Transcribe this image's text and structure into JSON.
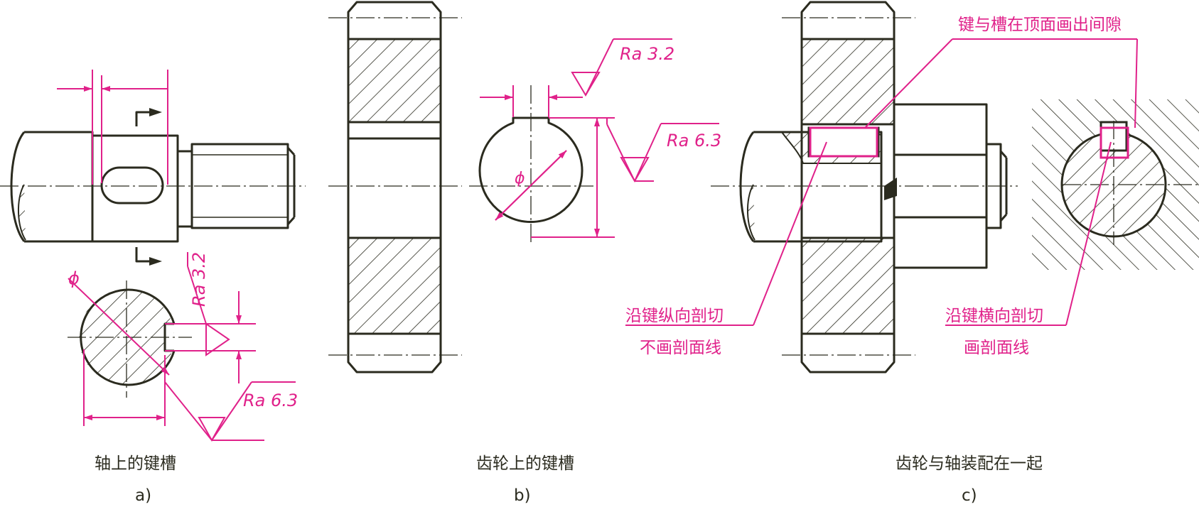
{
  "panels": [
    {
      "id": "a",
      "caption": "轴上的键槽",
      "letter": "a)"
    },
    {
      "id": "b",
      "caption": "齿轮上的键槽",
      "letter": "b)"
    },
    {
      "id": "c",
      "caption": "齿轮与轴装配在一起",
      "letter": "c)"
    }
  ],
  "roughness": {
    "a_top": "Ra 3.2",
    "a_bottom": "Ra 6.3",
    "b_top": "Ra 3.2",
    "b_bottom": "Ra 6.3"
  },
  "diameter_symbol": "ϕ",
  "annotations": {
    "clearance": "键与槽在顶面画出间隙",
    "longitudinal_line1": "沿键纵向剖切",
    "longitudinal_line2": "不画剖面线",
    "transverse_line1": "沿键横向剖切",
    "transverse_line2": "画剖面线"
  },
  "colors": {
    "outline": "#2b2b1f",
    "annotation": "#e0218a",
    "background": "#ffffff"
  }
}
